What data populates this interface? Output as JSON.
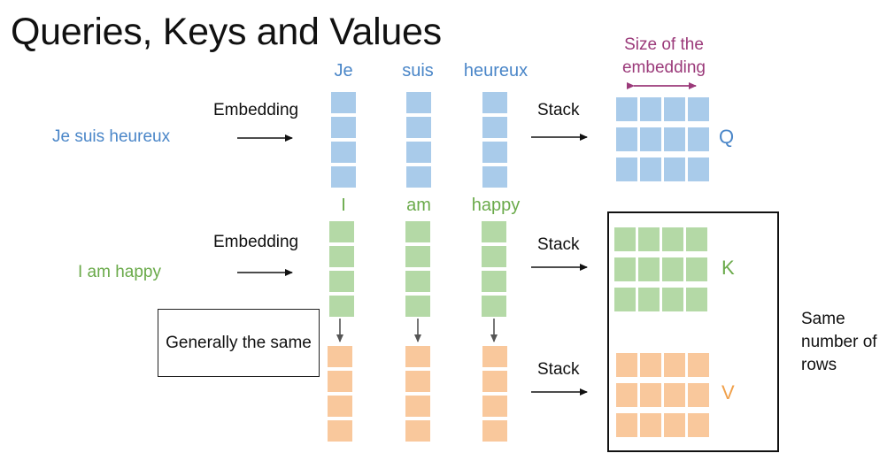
{
  "title": "Queries, Keys and Values",
  "inputs": {
    "french_sentence": "Je suis heureux",
    "english_sentence": "I am happy"
  },
  "french_tokens": [
    "Je",
    "suis",
    "heureux"
  ],
  "english_tokens": [
    "I",
    "am",
    "happy"
  ],
  "labels": {
    "embedding_top": "Embedding",
    "embedding_bottom": "Embedding",
    "stack_q": "Stack",
    "stack_k": "Stack",
    "stack_v": "Stack",
    "size_of_embedding": "Size of the embedding",
    "q": "Q",
    "k": "K",
    "v": "V",
    "generally_same": "Generally the same",
    "same_rows": "Same number of rows"
  },
  "colors": {
    "queries": "#a9cbea",
    "keys": "#b4d9a6",
    "values": "#f9c89c",
    "french_text": "#4a86c8",
    "english_text": "#6aaa4a",
    "v_label": "#f0a04a",
    "embedding_size": "#9b3a7a"
  }
}
